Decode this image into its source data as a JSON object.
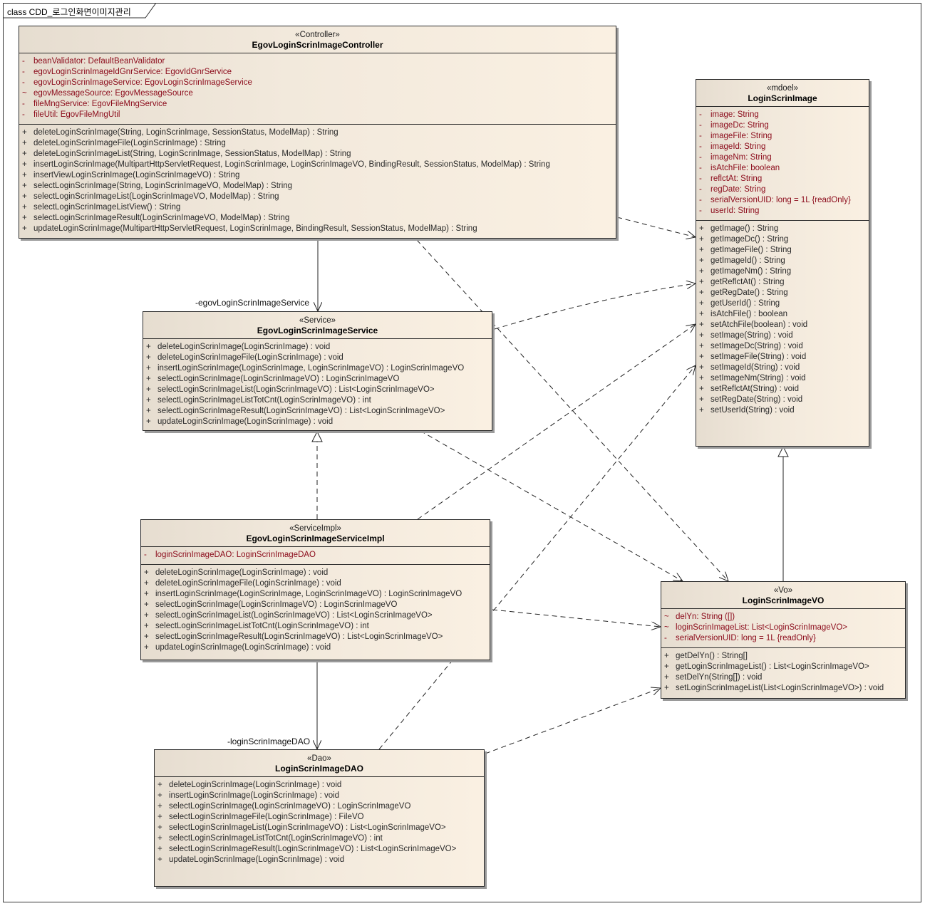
{
  "diagram": {
    "frame_title": "class CDD_로그인화면이미지관리"
  },
  "classes": {
    "controller": {
      "stereotype": "«Controller»",
      "name": "EgovLoginScrinImageController",
      "attributes": [
        {
          "vis": "-",
          "text": "beanValidator:  DefaultBeanValidator"
        },
        {
          "vis": "-",
          "text": "egovLoginScrinImageIdGnrService:  EgovIdGnrService"
        },
        {
          "vis": "-",
          "text": "egovLoginScrinImageService:  EgovLoginScrinImageService"
        },
        {
          "vis": "~",
          "text": "egovMessageSource:  EgovMessageSource"
        },
        {
          "vis": "-",
          "text": "fileMngService:  EgovFileMngService"
        },
        {
          "vis": "-",
          "text": "fileUtil:  EgovFileMngUtil"
        }
      ],
      "operations": [
        {
          "vis": "+",
          "text": "deleteLoginScrinImage(String, LoginScrinImage, SessionStatus, ModelMap) : String"
        },
        {
          "vis": "+",
          "text": "deleteLoginScrinImageFile(LoginScrinImage) : String"
        },
        {
          "vis": "+",
          "text": "deleteLoginScrinImageList(String, LoginScrinImage, SessionStatus, ModelMap) : String"
        },
        {
          "vis": "+",
          "text": "insertLoginScrinImage(MultipartHttpServletRequest, LoginScrinImage, LoginScrinImageVO, BindingResult, SessionStatus, ModelMap) : String"
        },
        {
          "vis": "+",
          "text": "insertViewLoginScrinImage(LoginScrinImageVO) : String"
        },
        {
          "vis": "+",
          "text": "selectLoginScrinImage(String, LoginScrinImageVO, ModelMap) : String"
        },
        {
          "vis": "+",
          "text": "selectLoginScrinImageList(LoginScrinImageVO, ModelMap) : String"
        },
        {
          "vis": "+",
          "text": "selectLoginScrinImageListView() : String"
        },
        {
          "vis": "+",
          "text": "selectLoginScrinImageResult(LoginScrinImageVO, ModelMap) : String"
        },
        {
          "vis": "+",
          "text": "updateLoginScrinImage(MultipartHttpServletRequest, LoginScrinImage, BindingResult, SessionStatus, ModelMap) : String"
        }
      ]
    },
    "model": {
      "stereotype": "«mdoel»",
      "name": "LoginScrinImage",
      "attributes": [
        {
          "vis": "-",
          "text": "image:  String"
        },
        {
          "vis": "-",
          "text": "imageDc:  String"
        },
        {
          "vis": "-",
          "text": "imageFile:  String"
        },
        {
          "vis": "-",
          "text": "imageId:  String"
        },
        {
          "vis": "-",
          "text": "imageNm:  String"
        },
        {
          "vis": "-",
          "text": "isAtchFile:  boolean"
        },
        {
          "vis": "-",
          "text": "reflctAt:  String"
        },
        {
          "vis": "-",
          "text": "regDate:  String"
        },
        {
          "vis": "-",
          "text": "serialVersionUID:  long = 1L {readOnly}"
        },
        {
          "vis": "-",
          "text": "userId:  String"
        }
      ],
      "operations": [
        {
          "vis": "+",
          "text": "getImage() : String"
        },
        {
          "vis": "+",
          "text": "getImageDc() : String"
        },
        {
          "vis": "+",
          "text": "getImageFile() : String"
        },
        {
          "vis": "+",
          "text": "getImageId() : String"
        },
        {
          "vis": "+",
          "text": "getImageNm() : String"
        },
        {
          "vis": "+",
          "text": "getReflctAt() : String"
        },
        {
          "vis": "+",
          "text": "getRegDate() : String"
        },
        {
          "vis": "+",
          "text": "getUserId() : String"
        },
        {
          "vis": "+",
          "text": "isAtchFile() : boolean"
        },
        {
          "vis": "+",
          "text": "setAtchFile(boolean) : void"
        },
        {
          "vis": "+",
          "text": "setImage(String) : void"
        },
        {
          "vis": "+",
          "text": "setImageDc(String) : void"
        },
        {
          "vis": "+",
          "text": "setImageFile(String) : void"
        },
        {
          "vis": "+",
          "text": "setImageId(String) : void"
        },
        {
          "vis": "+",
          "text": "setImageNm(String) : void"
        },
        {
          "vis": "+",
          "text": "setReflctAt(String) : void"
        },
        {
          "vis": "+",
          "text": "setRegDate(String) : void"
        },
        {
          "vis": "+",
          "text": "setUserId(String) : void"
        }
      ]
    },
    "service": {
      "stereotype": "«Service»",
      "name": "EgovLoginScrinImageService",
      "attributes": [],
      "operations": [
        {
          "vis": "+",
          "text": "deleteLoginScrinImage(LoginScrinImage) : void"
        },
        {
          "vis": "+",
          "text": "deleteLoginScrinImageFile(LoginScrinImage) : void"
        },
        {
          "vis": "+",
          "text": "insertLoginScrinImage(LoginScrinImage, LoginScrinImageVO) : LoginScrinImageVO"
        },
        {
          "vis": "+",
          "text": "selectLoginScrinImage(LoginScrinImageVO) : LoginScrinImageVO"
        },
        {
          "vis": "+",
          "text": "selectLoginScrinImageList(LoginScrinImageVO) : List<LoginScrinImageVO>"
        },
        {
          "vis": "+",
          "text": "selectLoginScrinImageListTotCnt(LoginScrinImageVO) : int"
        },
        {
          "vis": "+",
          "text": "selectLoginScrinImageResult(LoginScrinImageVO) : List<LoginScrinImageVO>"
        },
        {
          "vis": "+",
          "text": "updateLoginScrinImage(LoginScrinImage) : void"
        }
      ]
    },
    "service_impl": {
      "stereotype": "«ServiceImpl»",
      "name": "EgovLoginScrinImageServiceImpl",
      "attributes": [
        {
          "vis": "-",
          "text": "loginScrinImageDAO:  LoginScrinImageDAO"
        }
      ],
      "operations": [
        {
          "vis": "+",
          "text": "deleteLoginScrinImage(LoginScrinImage) : void"
        },
        {
          "vis": "+",
          "text": "deleteLoginScrinImageFile(LoginScrinImage) : void"
        },
        {
          "vis": "+",
          "text": "insertLoginScrinImage(LoginScrinImage, LoginScrinImageVO) : LoginScrinImageVO"
        },
        {
          "vis": "+",
          "text": "selectLoginScrinImage(LoginScrinImageVO) : LoginScrinImageVO"
        },
        {
          "vis": "+",
          "text": "selectLoginScrinImageList(LoginScrinImageVO) : List<LoginScrinImageVO>"
        },
        {
          "vis": "+",
          "text": "selectLoginScrinImageListTotCnt(LoginScrinImageVO) : int"
        },
        {
          "vis": "+",
          "text": "selectLoginScrinImageResult(LoginScrinImageVO) : List<LoginScrinImageVO>"
        },
        {
          "vis": "+",
          "text": "updateLoginScrinImage(LoginScrinImage) : void"
        }
      ]
    },
    "vo": {
      "stereotype": "«Vo»",
      "name": "LoginScrinImageVO",
      "attributes": [
        {
          "vis": "~",
          "text": "delYn:  String ([])"
        },
        {
          "vis": "~",
          "text": "loginScrinImageList:  List<LoginScrinImageVO>"
        },
        {
          "vis": "-",
          "text": "serialVersionUID:  long = 1L {readOnly}"
        }
      ],
      "operations": [
        {
          "vis": "+",
          "text": "getDelYn() : String[]"
        },
        {
          "vis": "+",
          "text": "getLoginScrinImageList() : List<LoginScrinImageVO>"
        },
        {
          "vis": "+",
          "text": "setDelYn(String[]) : void"
        },
        {
          "vis": "+",
          "text": "setLoginScrinImageList(List<LoginScrinImageVO>) : void"
        }
      ]
    },
    "dao": {
      "stereotype": "«Dao»",
      "name": "LoginScrinImageDAO",
      "attributes": [],
      "operations": [
        {
          "vis": "+",
          "text": "deleteLoginScrinImage(LoginScrinImage) : void"
        },
        {
          "vis": "+",
          "text": "insertLoginScrinImage(LoginScrinImage) : void"
        },
        {
          "vis": "+",
          "text": "selectLoginScrinImage(LoginScrinImageVO) : LoginScrinImageVO"
        },
        {
          "vis": "+",
          "text": "selectLoginScrinImageFile(LoginScrinImage) : FileVO"
        },
        {
          "vis": "+",
          "text": "selectLoginScrinImageList(LoginScrinImageVO) : List<LoginScrinImageVO>"
        },
        {
          "vis": "+",
          "text": "selectLoginScrinImageListTotCnt(LoginScrinImageVO) : int"
        },
        {
          "vis": "+",
          "text": "selectLoginScrinImageResult(LoginScrinImageVO) : List<LoginScrinImageVO>"
        },
        {
          "vis": "+",
          "text": "updateLoginScrinImage(LoginScrinImage) : void"
        }
      ]
    }
  },
  "role_labels": {
    "service_role": "-egovLoginScrinImageService",
    "dao_role": "-loginScrinImageDAO"
  },
  "relationships": [
    {
      "from": "controller",
      "to": "service",
      "type": "association"
    },
    {
      "from": "controller",
      "to": "model",
      "type": "dependency"
    },
    {
      "from": "controller",
      "to": "vo",
      "type": "dependency"
    },
    {
      "from": "service",
      "to": "model",
      "type": "dependency"
    },
    {
      "from": "service",
      "to": "vo",
      "type": "dependency"
    },
    {
      "from": "service_impl",
      "to": "service",
      "type": "realization"
    },
    {
      "from": "service_impl",
      "to": "model",
      "type": "dependency"
    },
    {
      "from": "service_impl",
      "to": "vo",
      "type": "dependency"
    },
    {
      "from": "service_impl",
      "to": "dao",
      "type": "association"
    },
    {
      "from": "dao",
      "to": "model",
      "type": "dependency"
    },
    {
      "from": "dao",
      "to": "vo",
      "type": "dependency"
    },
    {
      "from": "vo",
      "to": "model",
      "type": "generalization"
    }
  ],
  "colors": {
    "attribute_text": "#8b0a1a",
    "operation_text": "#2a2a2a",
    "class_fill_light": "#faf0e2",
    "class_fill_dark": "#e6ddd0"
  }
}
